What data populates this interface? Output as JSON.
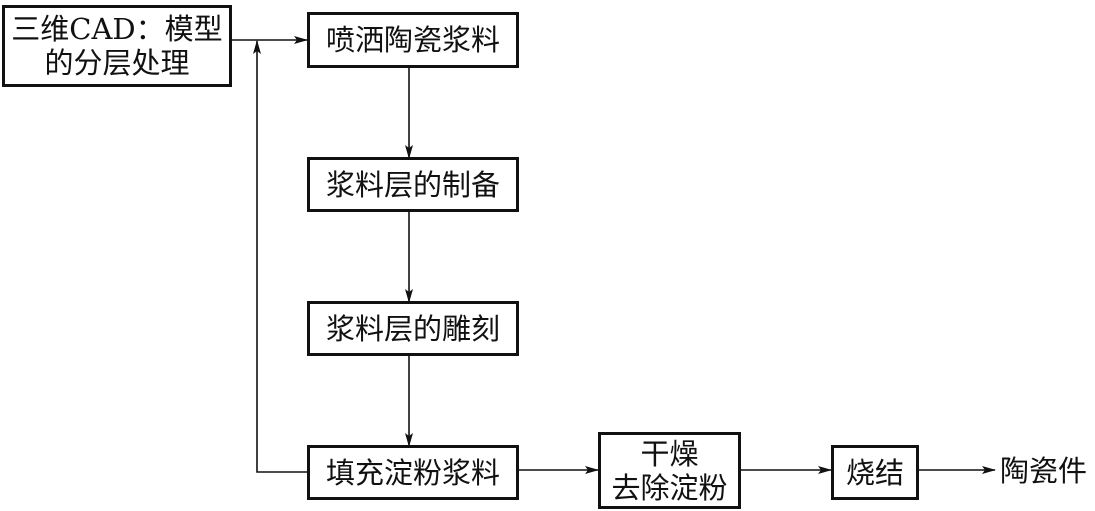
{
  "nodes": {
    "cad_model": {
      "line1": "三维CAD：模型",
      "line2": "的分层处理"
    },
    "spray_slurry": {
      "label": "喷洒陶瓷浆料"
    },
    "prepare_layer": {
      "label": "浆料层的制备"
    },
    "carve_layer": {
      "label": "浆料层的雕刻"
    },
    "fill_starch": {
      "label": "填充淀粉浆料"
    },
    "dry_remove": {
      "line1": "干燥",
      "line2": "去除淀粉"
    },
    "sinter": {
      "label": "烧结"
    }
  },
  "output": {
    "label": "陶瓷件"
  }
}
